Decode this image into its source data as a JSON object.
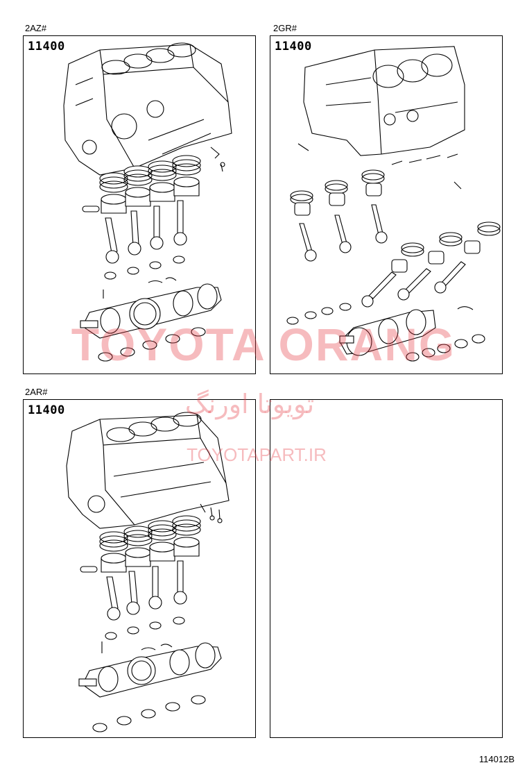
{
  "diagram": {
    "panels": [
      {
        "caption": "2AZ#",
        "part_number": "11400"
      },
      {
        "caption": "2GR#",
        "part_number": "11400"
      },
      {
        "caption": "2AR#",
        "part_number": "11400"
      },
      {
        "caption": "",
        "part_number": ""
      }
    ],
    "watermark": {
      "latin": "TOYOTA ORANG",
      "farsi": "تویوتا اورنگ",
      "url": "TOYOTAPART.IR"
    },
    "figure_code": "114012B"
  }
}
